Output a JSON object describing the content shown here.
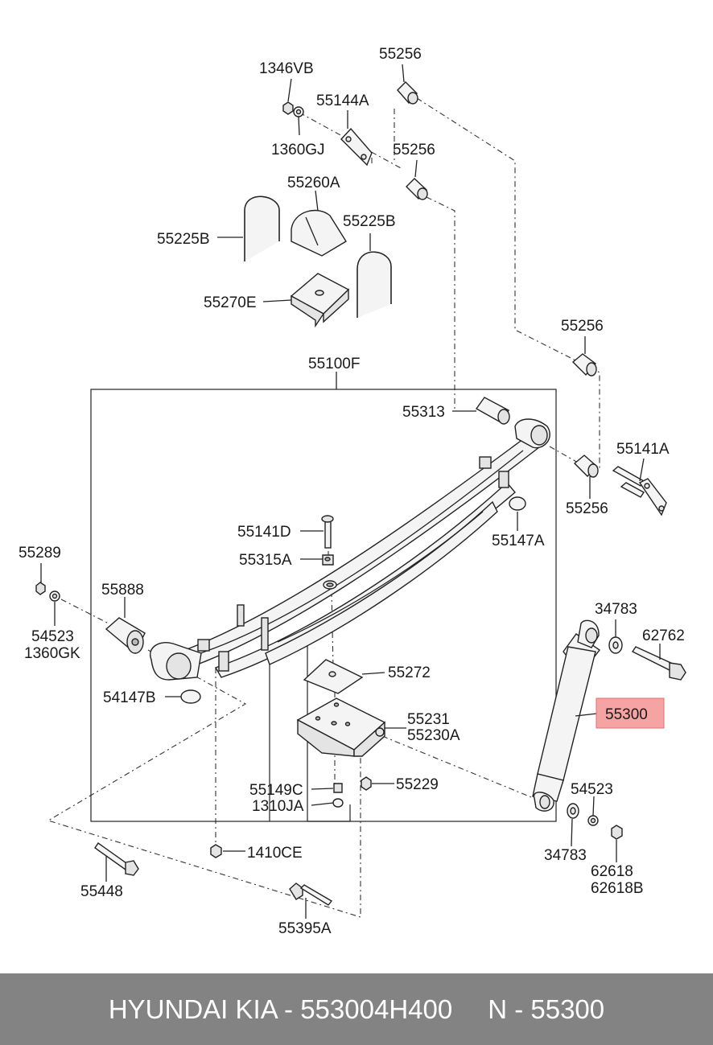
{
  "diagram": {
    "highlight_color": "#f5a3a3",
    "labels": {
      "l_1346VB": "1346VB",
      "l_55256_a": "55256",
      "l_55144A": "55144A",
      "l_1360GJ": "1360GJ",
      "l_55256_b": "55256",
      "l_55260A": "55260A",
      "l_55225B_a": "55225B",
      "l_55225B_b": "55225B",
      "l_55270E": "55270E",
      "l_55100F": "55100F",
      "l_55256_c": "55256",
      "l_55313": "55313",
      "l_55141A": "55141A",
      "l_55256_d": "55256",
      "l_55141D": "55141D",
      "l_55147A": "55147A",
      "l_55315A": "55315A",
      "l_55289": "55289",
      "l_55888": "55888",
      "l_54523_a": "54523",
      "l_1360GK": "1360GK",
      "l_34783_a": "34783",
      "l_62762": "62762",
      "l_55272": "55272",
      "l_54147B": "54147B",
      "l_55300": "55300",
      "l_55231": "55231",
      "l_55230A": "55230A",
      "l_55229": "55229",
      "l_55149C": "55149C",
      "l_1310JA": "1310JA",
      "l_54523_b": "54523",
      "l_1410CE": "1410CE",
      "l_34783_b": "34783",
      "l_62618": "62618",
      "l_62618B": "62618B",
      "l_55448": "55448",
      "l_55395A": "55395A"
    }
  },
  "footer": {
    "brand": "HYUNDAI KIA - 553004H400",
    "ref": "N - 55300"
  }
}
